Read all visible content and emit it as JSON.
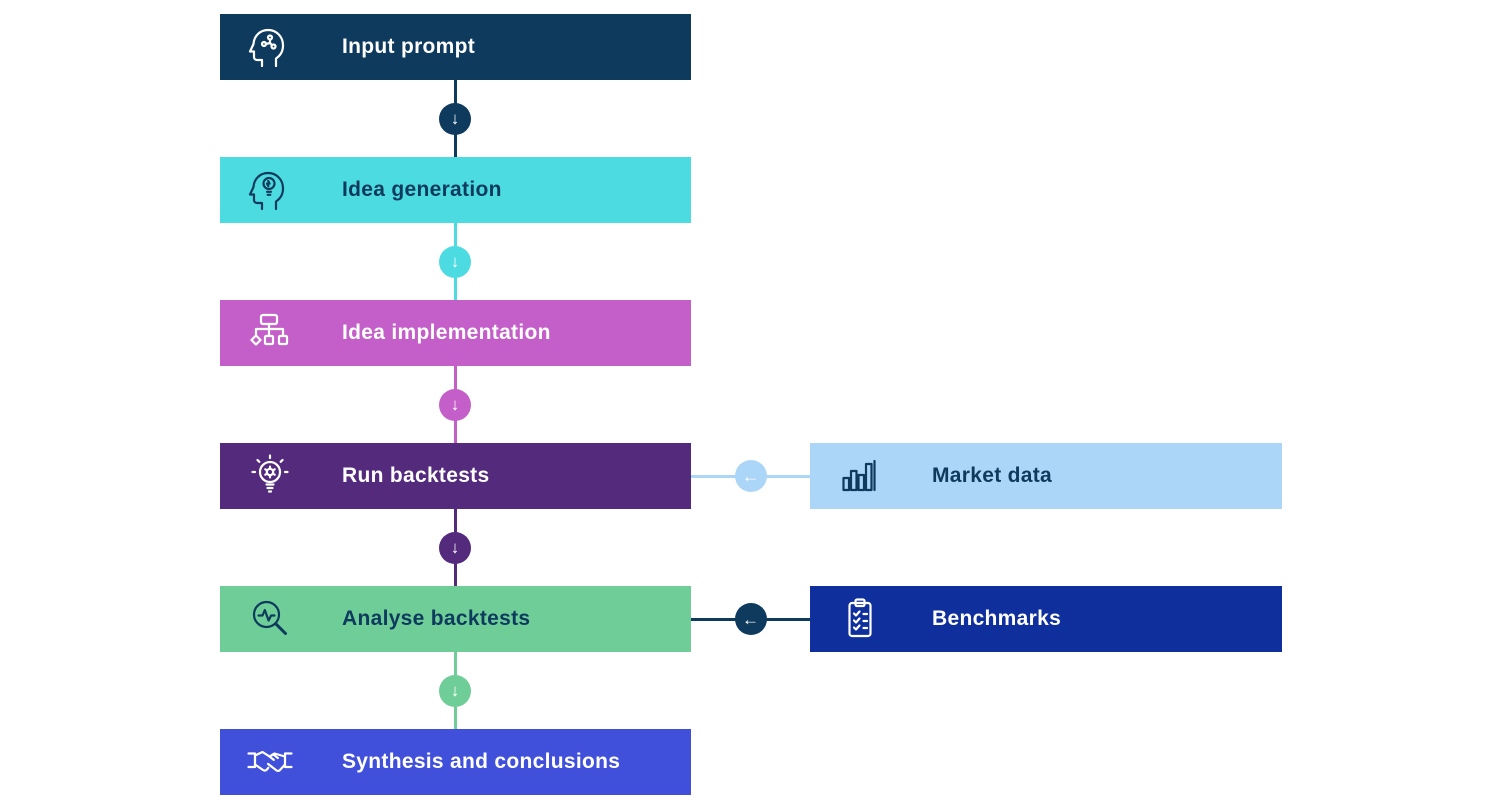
{
  "diagram": {
    "arrows": {
      "down": "↓",
      "left": "←"
    },
    "steps": [
      {
        "label": "Input prompt",
        "icon": "head-circuit-icon",
        "bg": "#0E3A5E",
        "fg": "#FFFFFF",
        "connector": "#0E3A5E"
      },
      {
        "label": "Idea generation",
        "icon": "head-bulb-icon",
        "bg": "#4DDBE2",
        "fg": "#0E3A5E",
        "connector": "#4DDBE2"
      },
      {
        "label": "Idea implementation",
        "icon": "flowchart-icon",
        "bg": "#C45FC9",
        "fg": "#FFFFFF",
        "connector": "#C45FC9"
      },
      {
        "label": "Run backtests",
        "icon": "bulb-gear-icon",
        "bg": "#542A7D",
        "fg": "#FFFFFF",
        "connector": "#542A7D"
      },
      {
        "label": "Analyse backtests",
        "icon": "magnifier-pulse-icon",
        "bg": "#6FCE97",
        "fg": "#0E3A5E",
        "connector": "#6FCE97"
      },
      {
        "label": "Synthesis and conclusions",
        "icon": "handshake-icon",
        "bg": "#4150DB",
        "fg": "#FFFFFF"
      }
    ],
    "side_inputs": [
      {
        "label": "Market data",
        "icon": "bar-chart-icon",
        "bg": "#ACD6F7",
        "fg": "#0E3A5E",
        "connector": "#ACD6F7",
        "connects_to": "Run backtests"
      },
      {
        "label": "Benchmarks",
        "icon": "clipboard-check-icon",
        "bg": "#0F2F9D",
        "fg": "#FFFFFF",
        "connector": "#0E3A5E",
        "connects_to": "Analyse backtests"
      }
    ]
  }
}
